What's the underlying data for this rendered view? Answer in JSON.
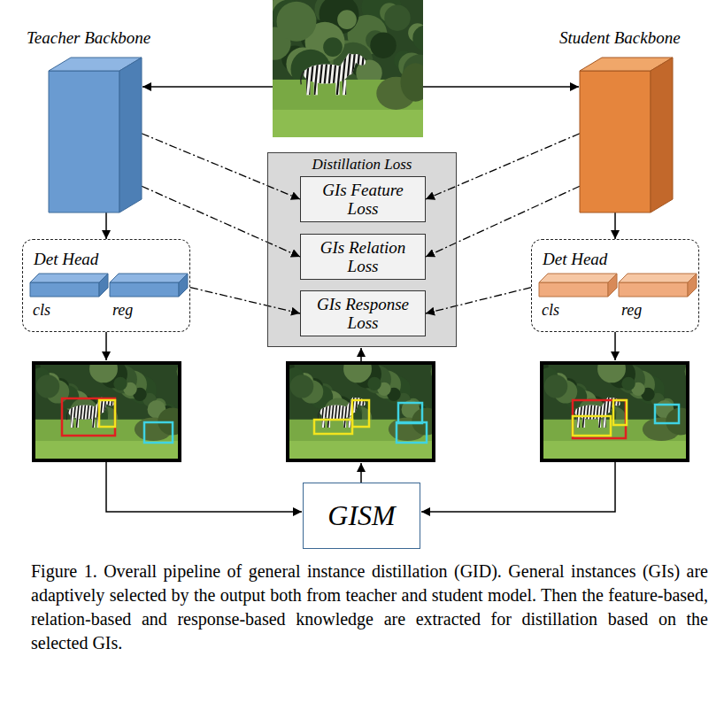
{
  "diagram": {
    "caption": "Figure 1. Overall pipeline of general instance distillation (GID). General instances (GIs) are adaptively selected by the output both from teacher and student model. Then the feature-based, relation-based and response-based knowledge are extracted for distillation based on the selected GIs.",
    "nodes": [
      {
        "text": [
          "Teacher Backbone"
        ]
      },
      {
        "text": [
          "Student Backbone"
        ]
      },
      {
        "text": [
          "Distillation Loss"
        ]
      },
      {
        "text": [
          "GIs Feature Loss"
        ],
        "in": 2
      },
      {
        "text": [
          "GIs Relation Loss"
        ],
        "in": 2
      },
      {
        "text": [
          "GIs Response Loss"
        ],
        "in": 2
      },
      {
        "text": [
          "Det Head"
        ]
      },
      {
        "text": [
          "cls"
        ],
        "in": 6
      },
      {
        "text": [
          "reg"
        ],
        "in": 6
      },
      {
        "text": [
          "Det Head"
        ]
      },
      {
        "text": [
          "cls"
        ],
        "in": 9
      },
      {
        "text": [
          "reg"
        ],
        "in": 9
      },
      {
        "text": [
          "GISM"
        ]
      }
    ],
    "edges": [
      {
        "from": 0,
        "to": 3,
        "arrow": "to"
      },
      {
        "from": 0,
        "to": 4,
        "arrow": "to"
      },
      {
        "from": 6,
        "to": 5,
        "arrow": "to"
      },
      {
        "from": 1,
        "to": 3,
        "arrow": "to"
      },
      {
        "from": 1,
        "to": 4,
        "arrow": "to"
      },
      {
        "from": 9,
        "to": 5,
        "arrow": "to"
      },
      {
        "from": 0,
        "to": 6,
        "arrow": "to"
      },
      {
        "from": 1,
        "to": 9,
        "arrow": "to"
      }
    ]
  }
}
